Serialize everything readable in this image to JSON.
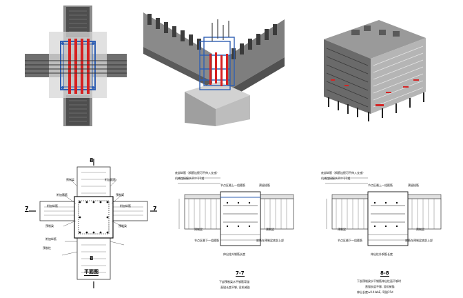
{
  "plan": {
    "title": "平面图",
    "cut_top": "8",
    "cut_bottom": "8",
    "cut_left": "7",
    "cut_right": "7",
    "labels": [
      "预制梁",
      "附加箍筋",
      "附加箍筋",
      "预制梁",
      "附加纵筋",
      "附加纵筋",
      "预制梁",
      "预制梁",
      "附加纵筋",
      "预制柱"
    ]
  },
  "section77": {
    "title": "7-7",
    "notes": [
      "下部预制梁水平钢筋弯锚",
      "直锚长度不够, 设机械锚"
    ],
    "callouts": [
      "底部纵筋（钢筋连接可不伸入支座）",
      "机械连接接头不少于2组",
      "节点区最上一组箍筋",
      "预留插筋",
      "预制梁",
      "预制梁",
      "节点区最下一组箍筋",
      "伸出柱外钢筋长度",
      "底筋在预制梁底部上部"
    ]
  },
  "section88": {
    "title": "8-8",
    "notes": [
      "下部预制梁水平钢筋伸出柱面不够时",
      "直锚长度不够, 设机械锚",
      "伸出长度≥0.4labE, 弯锚15d"
    ],
    "callouts": [
      "底部纵筋（钢筋连接可不伸入支座）",
      "机械连接接头不少于2组",
      "节点区最上一组箍筋",
      "预留插筋",
      "预制梁",
      "预制梁",
      "节点区最下一组箍筋",
      "伸出柱外钢筋长度",
      "底筋在预制梁底部上部"
    ]
  }
}
